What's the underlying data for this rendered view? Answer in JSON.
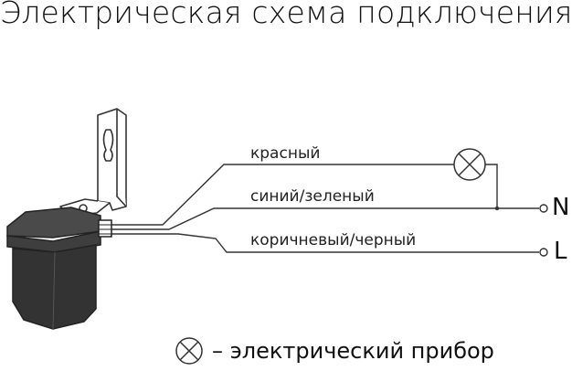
{
  "title": "Электрическая схема подключения",
  "wires": {
    "red": "красный",
    "blue_green": "синий/зеленый",
    "brown_black": "коричневый/черный"
  },
  "terminals": {
    "neutral": "N",
    "live": "L"
  },
  "legend": {
    "symbol": "lamp-icon",
    "text": "– электрический прибор"
  },
  "colors": {
    "line": "#333333",
    "housing": "#3a3a3a"
  }
}
